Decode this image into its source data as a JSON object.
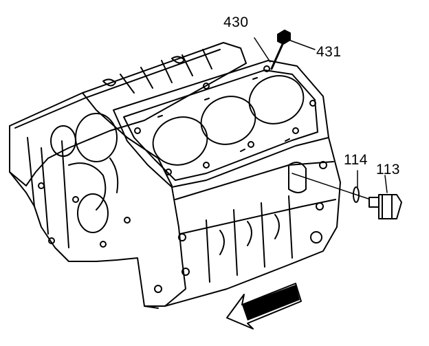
{
  "diagram": {
    "callouts": [
      {
        "id": "430",
        "label": "430"
      },
      {
        "id": "431",
        "label": "431"
      },
      {
        "id": "114",
        "label": "114"
      },
      {
        "id": "113",
        "label": "113"
      }
    ],
    "colors": {
      "line": "#000000",
      "background": "#ffffff"
    }
  }
}
